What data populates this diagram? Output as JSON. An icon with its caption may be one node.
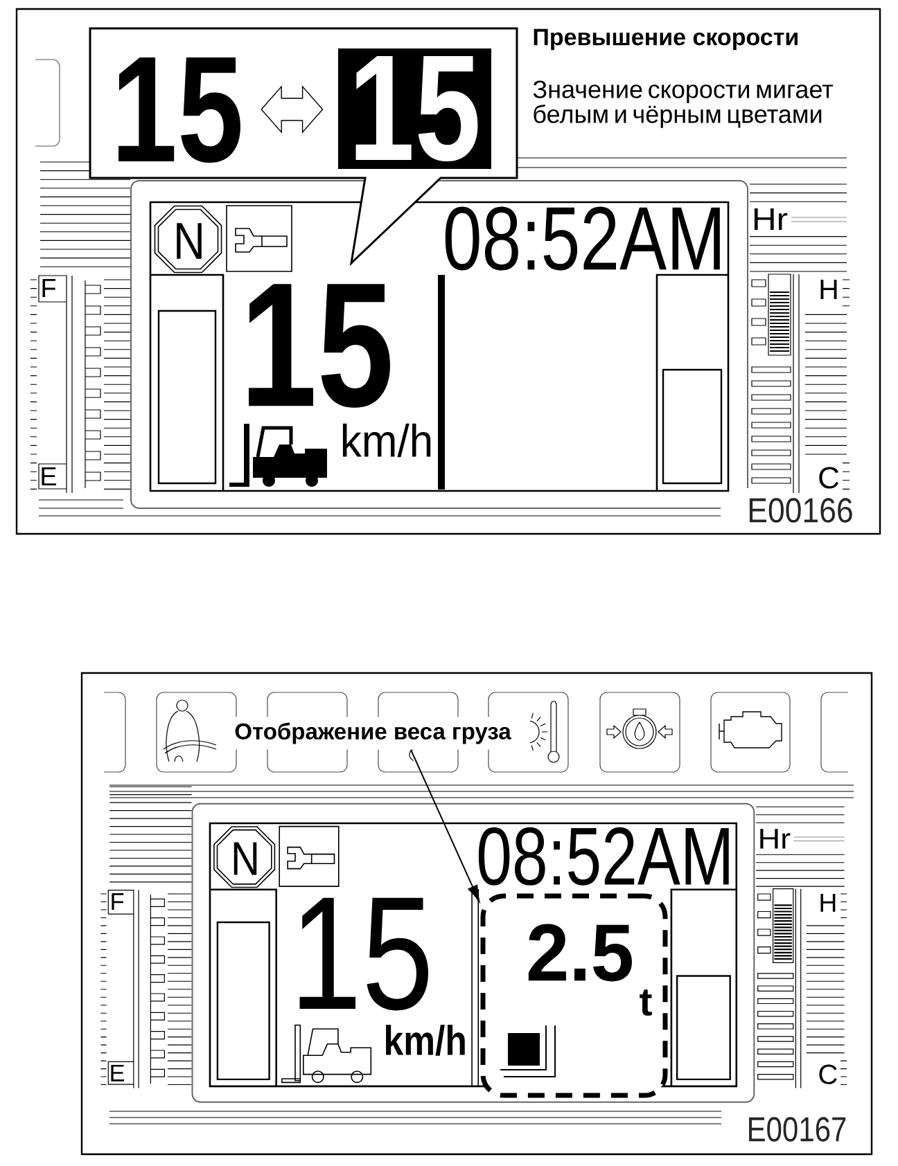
{
  "diagram": {
    "nodes": [
      {
        "text": [],
        "shape": "callout"
      },
      {
        "text": [
          "15"
        ],
        "in": 0
      },
      {
        "text": [
          "15"
        ],
        "in": 0
      },
      {
        "text": [],
        "shape": "box"
      },
      {
        "text": [],
        "shape": "box"
      },
      {
        "text": [],
        "shape": "box"
      },
      {
        "text": [],
        "shape": "box"
      },
      {
        "text": [],
        "shape": "box"
      },
      {
        "text": [],
        "shape": "box"
      },
      {
        "text": [
          "Отображение веса груза"
        ]
      },
      {
        "text": [
          "2.5",
          "t"
        ]
      }
    ],
    "edges": [
      {
        "from": 1,
        "to": 2,
        "arrow": "both"
      },
      {
        "from": 9,
        "to": 10,
        "arrow": "to"
      }
    ],
    "labels": [
      "Превышение скорости",
      "Значение скорости мигает белым и чёрным цветами",
      "N",
      "08:52AM",
      "Hr",
      "F",
      "H",
      "15",
      "km/h",
      "E",
      "C",
      "E00166",
      "N",
      "08:52AM",
      "Hr",
      "F",
      "H",
      "15",
      "km/h",
      "E",
      "C",
      "E00167"
    ]
  }
}
